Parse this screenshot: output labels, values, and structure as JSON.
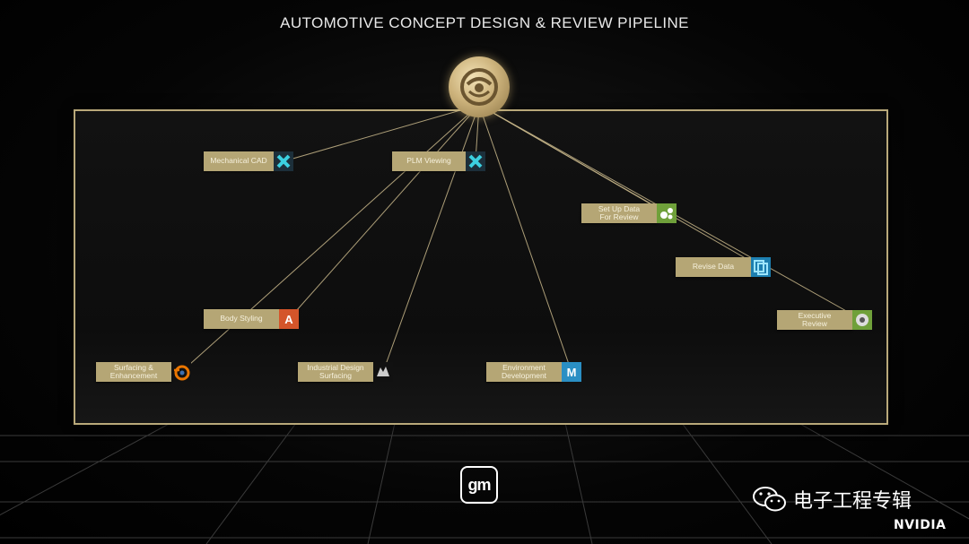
{
  "title": "AUTOMOTIVE CONCEPT DESIGN & REVIEW PIPELINE",
  "hub": {
    "icon": "omniverse-logo-icon"
  },
  "nodes": [
    {
      "id": "mechanical-cad",
      "label": "Mechanical CAD",
      "icon": "x-cross-icon",
      "icon_color": "#1c2f3a",
      "icon_fg": "#3cd0e0"
    },
    {
      "id": "plm-viewing",
      "label": "PLM Viewing",
      "icon": "x-cross-icon",
      "icon_color": "#1c2f3a",
      "icon_fg": "#3cd0e0"
    },
    {
      "id": "set-up-data",
      "label": "Set Up Data\nFor Review",
      "icon": "nodes-icon",
      "icon_color": "#6fa03a",
      "icon_fg": "#ffffff"
    },
    {
      "id": "revise-data",
      "label": "Revise Data",
      "icon": "stacked-squares-icon",
      "icon_color": "#1d7fb0",
      "icon_fg": "#9ee6ff"
    },
    {
      "id": "executive-review",
      "label": "Executive\nReview",
      "icon": "disc-icon",
      "icon_color": "#6fa03a",
      "icon_fg": "#ffffff"
    },
    {
      "id": "body-styling",
      "label": "Body Styling",
      "icon": "autodesk-a-icon",
      "icon_color": "#d4552a",
      "icon_fg": "#ffffff",
      "glyph": "A"
    },
    {
      "id": "surfacing-enhancement",
      "label": "Surfacing &\nEnhancement",
      "icon": "blender-icon",
      "icon_color": "#222222",
      "icon_fg": "#ea7600"
    },
    {
      "id": "industrial-design",
      "label": "Industrial Design\nSurfacing",
      "icon": "rhino-icon",
      "icon_color": "#222222",
      "icon_fg": "#cccccc"
    },
    {
      "id": "environment-dev",
      "label": "Environment\nDevelopment",
      "icon": "maya-m-icon",
      "icon_color": "#2a8fc4",
      "icon_fg": "#ffffff",
      "glyph": "M"
    }
  ],
  "logo": {
    "text": "gm"
  },
  "watermark": {
    "text": "电子工程专辑",
    "icon": "wechat-icon"
  },
  "brand": {
    "text": "NVIDIA"
  },
  "colors": {
    "frame": "#b9a97a",
    "node_bg": "#b5a675",
    "link": "#c8b78a"
  }
}
